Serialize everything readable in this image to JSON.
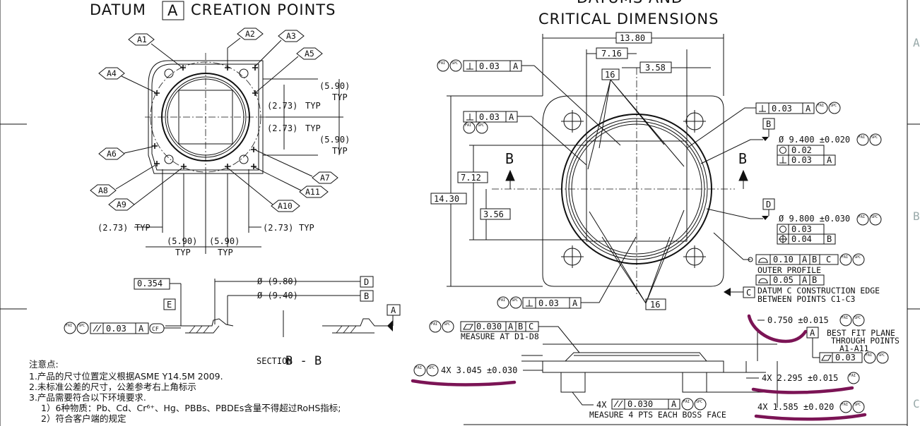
{
  "left": {
    "title_pre": "DATUM",
    "title_box": "A",
    "title_post": "CREATION POINTS",
    "points": [
      "A1",
      "A2",
      "A3",
      "A4",
      "A5",
      "A6",
      "A7",
      "A8",
      "A9",
      "A10",
      "A11"
    ],
    "dim_590": "(5.90)",
    "dim_273": "(2.73)",
    "typ": "TYP",
    "section_label": "SECTION",
    "section_id": "B - B",
    "dia_980": "Ø (9.80)",
    "dia_940": "Ø (9.40)",
    "val_0354": "0.354",
    "datum_d": "D",
    "datum_b": "B",
    "datum_e": "E",
    "datum_a": "A",
    "flat_tol": "0.03",
    "flat_ref": "A",
    "cf": "CF"
  },
  "notes": {
    "head": "注意点:",
    "l1": "1.产品的尺寸位置定义根据ASME Y14.5M 2009.",
    "l2": "2.未标准公差的尺寸，公差参考右上角标示",
    "l3": "3.产品需要符合以下环境要求.",
    "l4": "1）6种物质：Pb、Cd、Cr⁶⁺、Hg、PBBs、PBDEs含量不得超过RoHS指标;",
    "l5": "2）符合客户端的规定"
  },
  "right": {
    "title1": "DATUMS AND",
    "title2": "CRITICAL DIMENSIONS",
    "d1380": "13.80",
    "d716": "7.16",
    "d358": "3.58",
    "d16": "16",
    "d1430": "14.30",
    "d712": "7.12",
    "d356": "3.56",
    "tol003": "0.03",
    "tol002": "0.02",
    "tol004": "0.04",
    "tol010": "0.10",
    "tol005": "0.05",
    "tol0030": "0.030",
    "refA": "A",
    "refB": "B",
    "refC": "C",
    "refD": "D",
    "dia9400": "Ø 9.400 ±0.020",
    "dia9800": "Ø 9.800 ±0.030",
    "outer_profile": "OUTER PROFILE",
    "datum_c1": "DATUM C CONSTRUCTION EDGE",
    "datum_c2": "BETWEEN POINTS C1-C3",
    "measure_d": "MEASURE AT D1-D8",
    "measure_boss": "MEASURE 4 PTS EACH BOSS FACE",
    "dim0750": "0.750 ±0.015",
    "bestfit1": "BEST FIT PLANE",
    "bestfit2": "THROUGH POINTS",
    "bestfit3": "A1-A11",
    "dim3045": "4X 3.045 ±0.030",
    "dim2295": "4X 2.295 ±0.015",
    "dim1585": "4X 1.585 ±0.020",
    "boss_pre": "4X",
    "fai": "FAI",
    "spc": "SPC",
    "edge_a": "A",
    "edge_b": "B",
    "edge_c": "C"
  },
  "marker_color": "#7b1455"
}
